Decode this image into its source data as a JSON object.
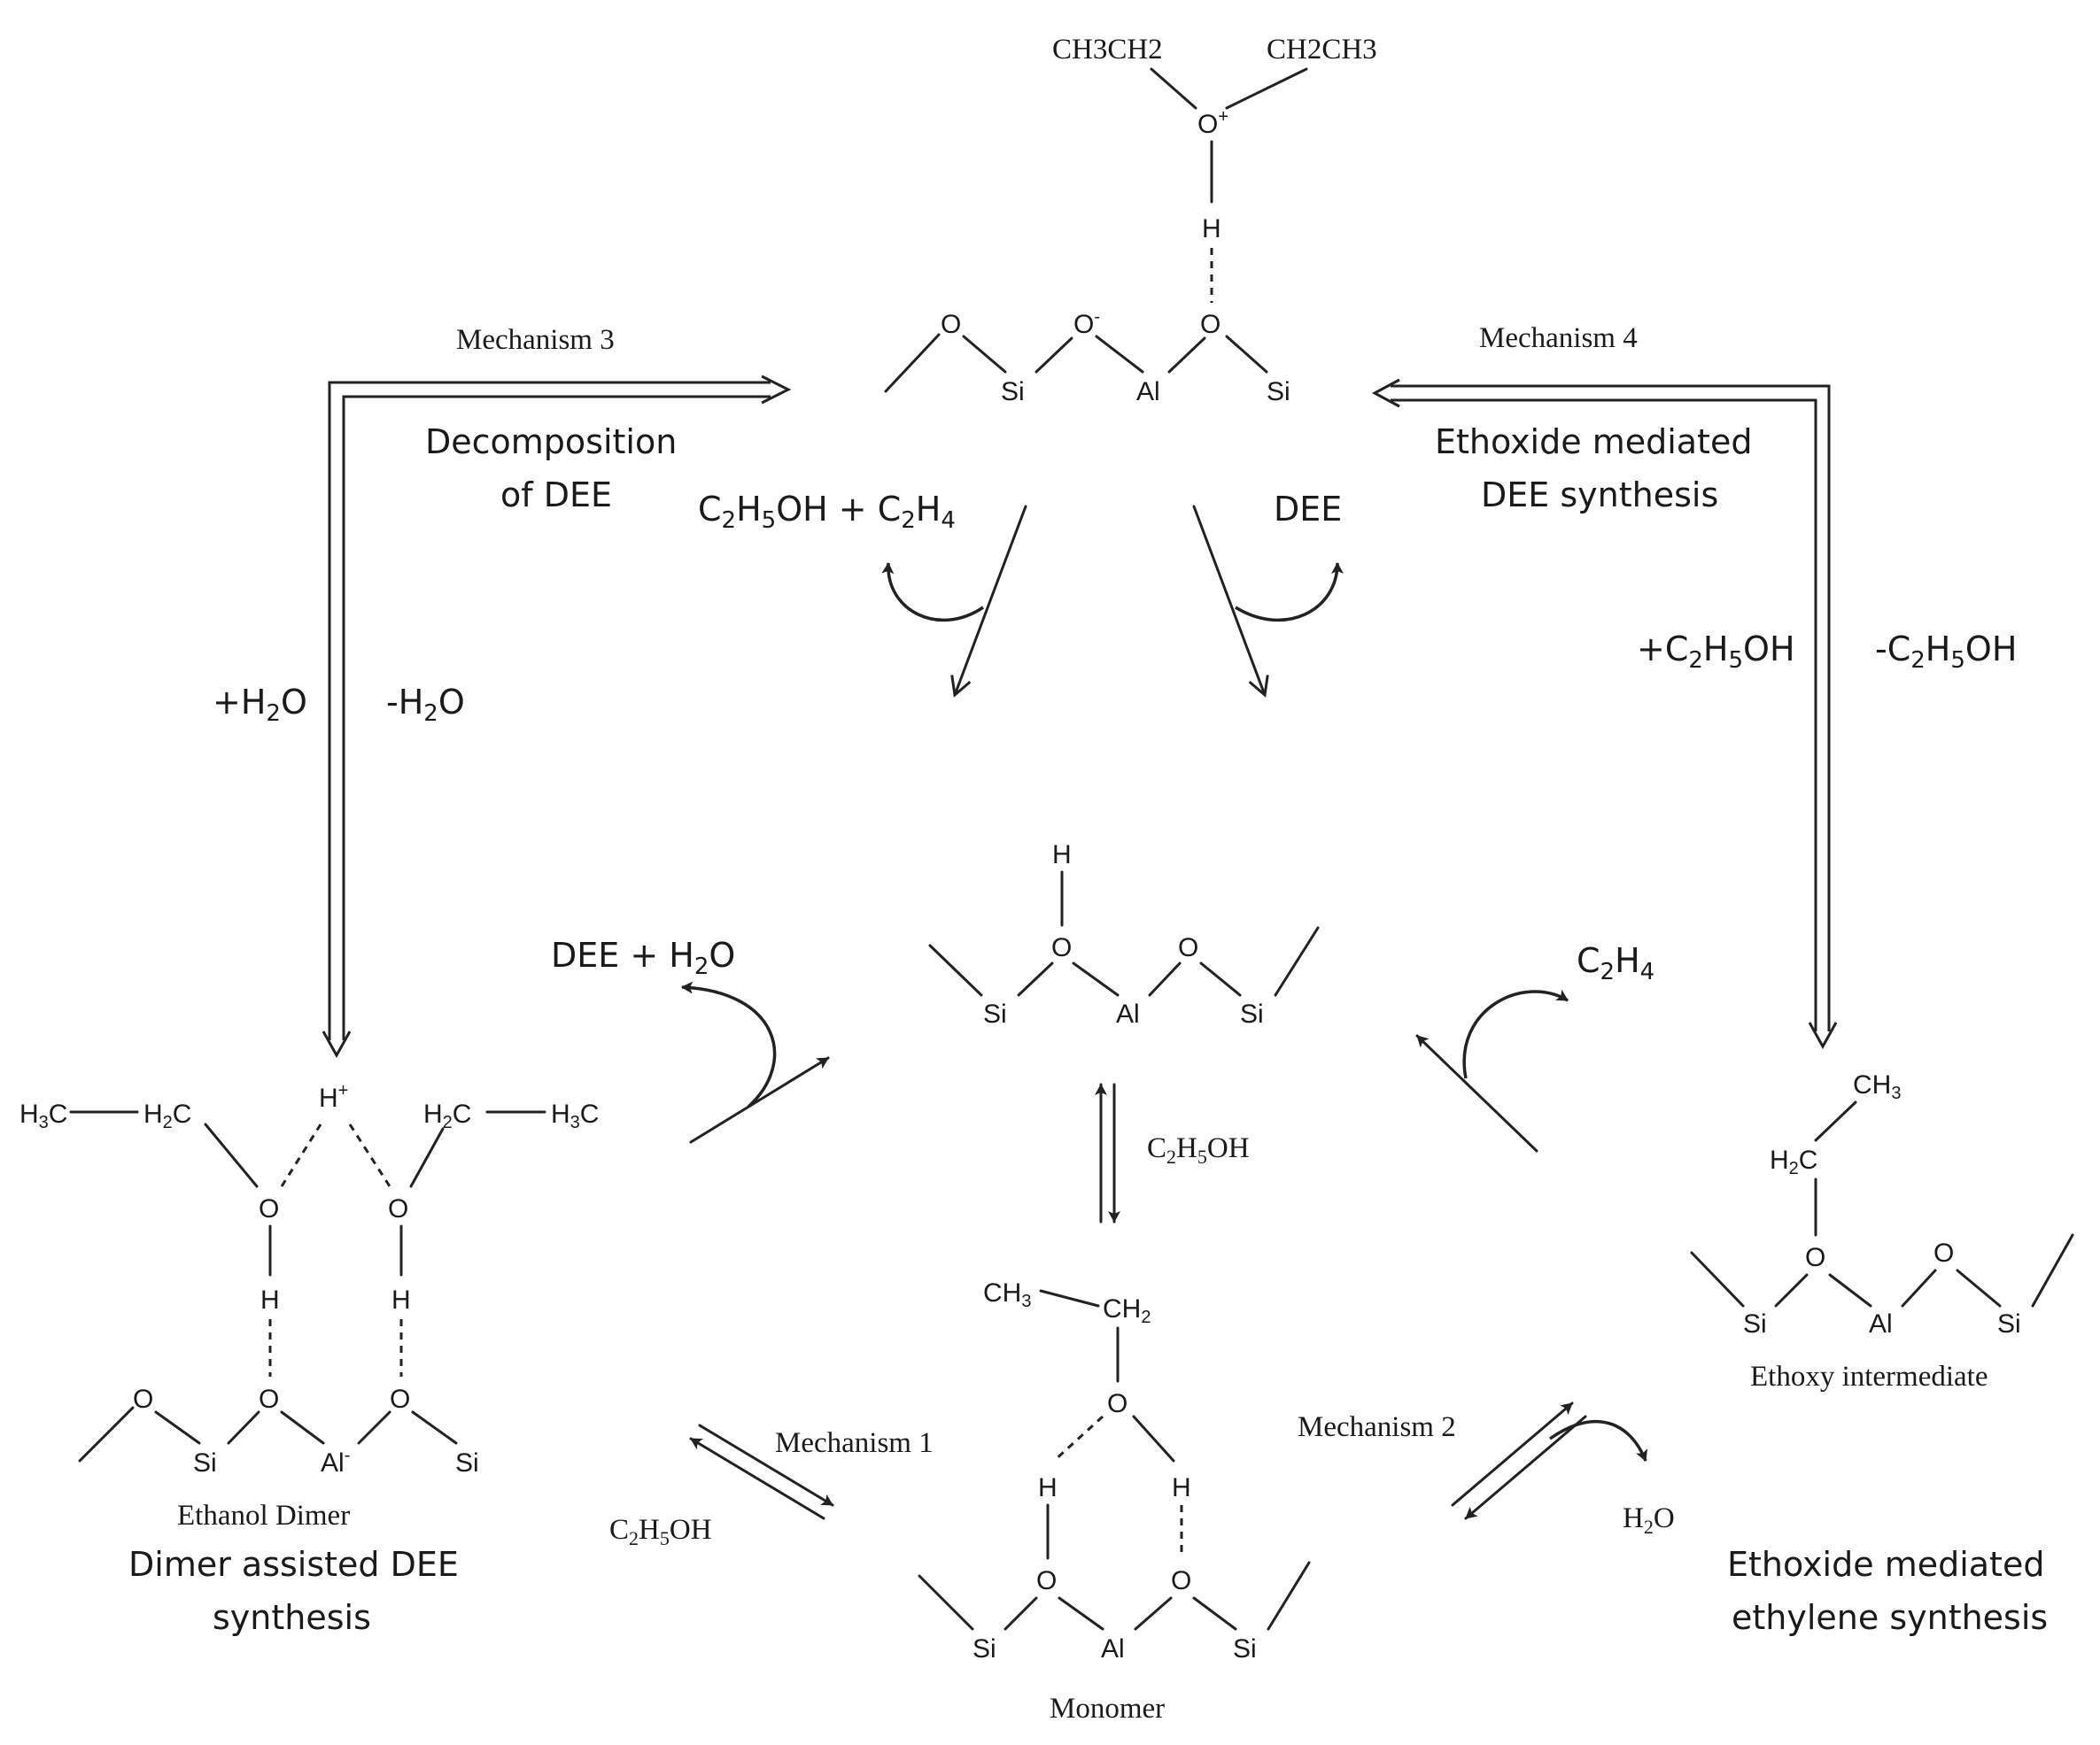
{
  "mechanisms": {
    "m1": "Mechanism 1",
    "m2": "Mechanism 2",
    "m3": "Mechanism 3",
    "m4": "Mechanism 4"
  },
  "mechanism_titles": {
    "decomposition": [
      "Decomposition",
      "of DEE"
    ],
    "ethoxide_dee": [
      "Ethoxide mediated",
      "DEE synthesis"
    ],
    "dimer_dee": [
      "Dimer assisted DEE",
      "synthesis"
    ],
    "ethoxide_ethylene": [
      "Ethoxide mediated",
      "ethylene synthesis"
    ]
  },
  "species_labels": {
    "ethanol_dimer": "Ethanol Dimer",
    "monomer": "Monomer",
    "ethoxy": "Ethoxy intermediate"
  },
  "reagents": {
    "plus_h2o": "+H2O",
    "minus_h2o": "-H2O",
    "plus_etoh": "+C2H5OH",
    "minus_etoh": "-C2H5OH",
    "etoh_plus_ethylene": "C2H5OH + C2H4",
    "dee": "DEE",
    "dee_plus_h2o": "DEE + H2O",
    "ethylene": "C2H4",
    "etoh_center": "C2H5OH",
    "etoh_left": "C2H5OH",
    "h2o_right": "H2O"
  },
  "atoms": {
    "Si": "Si",
    "Al": "Al",
    "O": "O",
    "H": "H",
    "O_minus": "O-",
    "Al_minus": "Al-",
    "H_plus": "H+",
    "O_plus": "O+",
    "CH3CH2": "CH3CH2",
    "CH2CH3": "CH2CH3",
    "H3C": "H3C",
    "H2C": "H2C",
    "CH3": "CH3",
    "CH2": "CH2"
  }
}
